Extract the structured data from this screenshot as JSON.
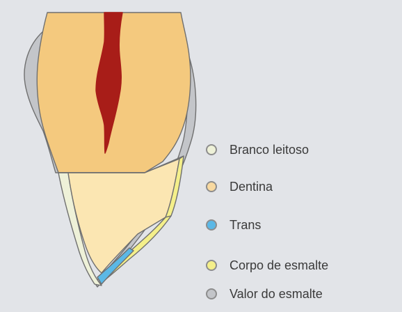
{
  "colors": {
    "background": "#e2e4e8",
    "dentina": "#f4c97e",
    "dentina_light": "#fbe6b2",
    "pulp": "#a81d18",
    "branco_leitoso": "#eef1d8",
    "trans": "#5bb8e6",
    "corpo_de_esmalte": "#f4ef8a",
    "valor_do_esmalte": "#c3c5c9",
    "outline": "#6f6f6f"
  },
  "legend": {
    "items": [
      {
        "label": "Branco leitoso",
        "color": "#eef1d8"
      },
      {
        "label": "Dentina",
        "color": "#f8d9a0"
      },
      {
        "label": "Trans",
        "color": "#5bb8e6"
      },
      {
        "label": "Corpo de esmalte",
        "color": "#f4ef8a"
      },
      {
        "label": "Valor do esmalte",
        "color": "#c3c5c9"
      }
    ]
  }
}
